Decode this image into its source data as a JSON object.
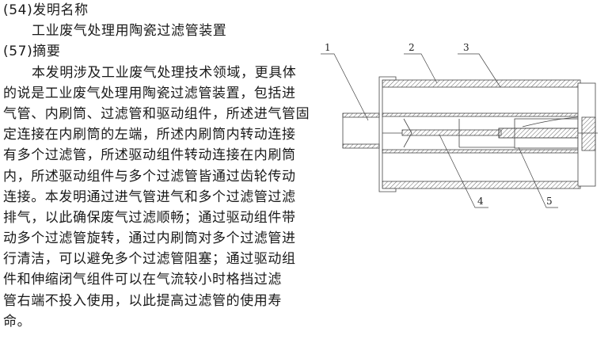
{
  "section_54": {
    "code": "(54)",
    "heading": "发明名称",
    "title": "工业废气处理用陶瓷过滤管装置"
  },
  "section_57": {
    "code": "(57)",
    "heading": "摘要"
  },
  "abstract_lines": [
    "本发明涉及工业废气处理技术领域，更具体",
    "的说是工业废气处理用陶瓷过滤管装置，包括进",
    "气管、内刷筒、过滤管和驱动组件，所述进气管固",
    "定连接在内刷筒的左端，所述内刷筒内转动连接",
    "有多个过滤管，所述驱动组件转动连接在内刷筒",
    "内，所述驱动组件与多个过滤管皆通过齿轮传动",
    "连接。本发明通过进气管进气和多个过滤管过滤",
    "排气，以此确保废气过滤顺畅；通过驱动组件带",
    "动多个过滤管旋转，通过内刷筒对多个过滤管进",
    "行清洁，可以避免多个过滤管阻塞；通过驱动组",
    "件和伸缩闭气组件可以在气流较小时格挡过滤",
    "管右端不投入使用，以此提高过滤管的使用寿",
    "命。"
  ],
  "figure": {
    "labels": [
      "1",
      "2",
      "3",
      "4",
      "5"
    ]
  }
}
